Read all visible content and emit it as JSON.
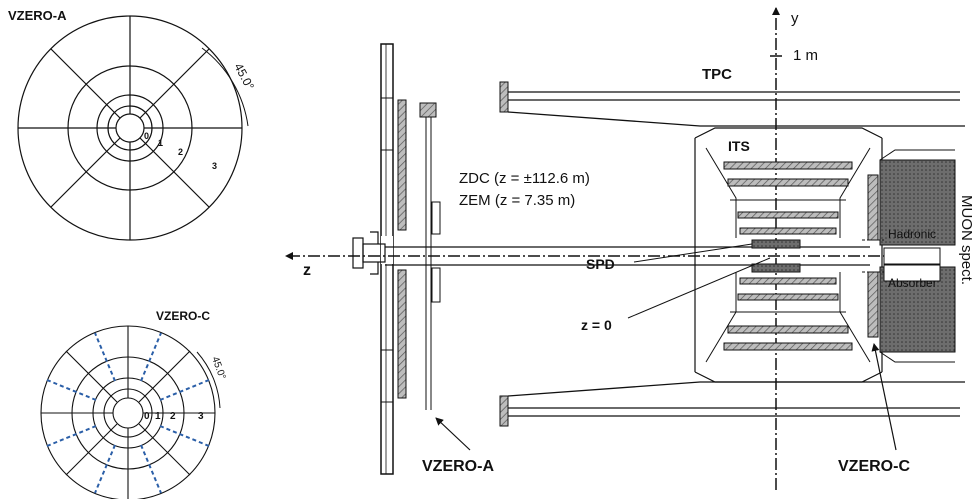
{
  "vzero_a_panel": {
    "title": "VZERO-A",
    "angle_label": "45.0°",
    "ring_labels": [
      "0",
      "1",
      "2",
      "3"
    ]
  },
  "vzero_c_panel": {
    "title": "VZERO-C",
    "angle_label": "45.0°",
    "ring_labels": [
      "0",
      "1",
      "2",
      "3"
    ]
  },
  "cross_section": {
    "axis_y_label": "y",
    "scale_label": "1 m",
    "axis_z_label": "z",
    "tpc_label": "TPC",
    "its_label": "ITS",
    "zdc_label": "ZDC (z = ±112.6 m)",
    "zem_label": "ZEM (z = 7.35 m)",
    "spd_label": "SPD",
    "z0_label": "z = 0",
    "hadronic_label": "Hadronic",
    "absorber_label": "Absorber",
    "muon_label": "MUON spect.",
    "vzero_a_label": "VZERO-A",
    "vzero_c_label": "VZERO-C"
  }
}
